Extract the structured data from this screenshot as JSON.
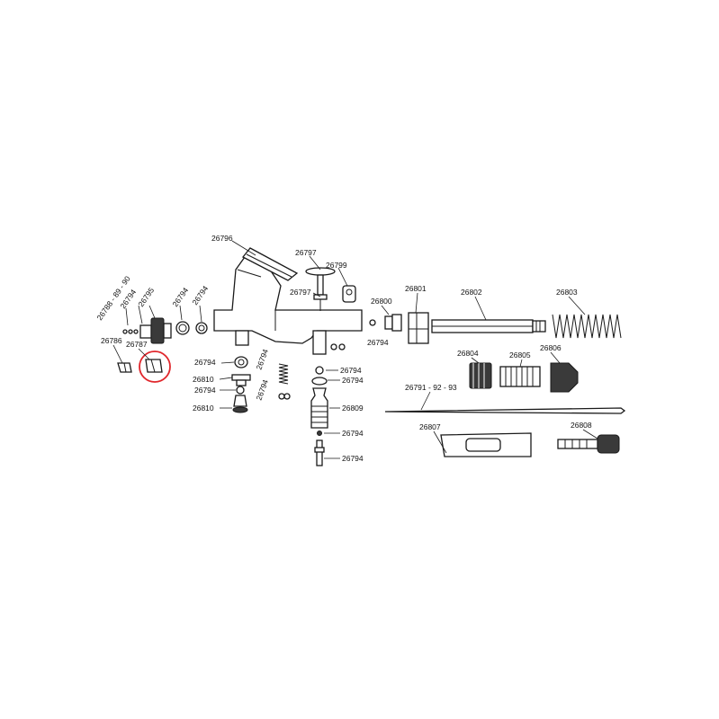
{
  "labels": {
    "l26796": "26796",
    "l26797a": "26797",
    "l26799": "26799",
    "l26797b": "26797",
    "l26788": "26788 - 89 - 90",
    "l26794_r1": "26794",
    "l26795": "26795",
    "l26794_r2": "26794",
    "l26794_r3": "26794",
    "l26786": "26786",
    "l26787": "26787",
    "l26801": "26801",
    "l26802": "26802",
    "l26803": "26803",
    "l26800": "26800",
    "l26794_mid": "26794",
    "l26794_a": "26794",
    "l26810_a": "26810",
    "l26794_b": "26794",
    "l26810_b": "26810",
    "l26794_rot1": "26794",
    "l26794_rot2": "26794",
    "l26794_c": "26794",
    "l26794_d": "26794",
    "l26809": "26809",
    "l26794_e": "26794",
    "l26794_f": "26794",
    "l26804": "26804",
    "l26805": "26805",
    "l26806": "26806",
    "l26791": "26791 - 92 - 93",
    "l26807": "26807",
    "l26808": "26808"
  },
  "highlight": {
    "color": "#e0262b",
    "part": "26787"
  }
}
